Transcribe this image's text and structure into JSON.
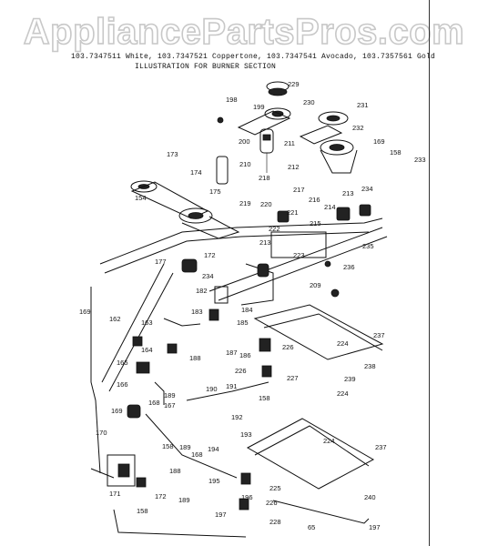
{
  "watermark": {
    "text": "AppliancePartsPros.com"
  },
  "header": {
    "models": "103.7347511 White, 103.7347521 Coppertone, 103.7347541 Avocado, 103.7357561 Gold",
    "section_title": "ILLUSTRATION FOR BURNER SECTION"
  },
  "page_number": "65",
  "part_labels": [
    "229",
    "230",
    "231",
    "232",
    "198",
    "199",
    "200",
    "211",
    "212",
    "169",
    "158",
    "233",
    "218",
    "173",
    "174",
    "210",
    "154",
    "175",
    "217",
    "216",
    "213",
    "234",
    "219",
    "220",
    "221",
    "214",
    "215",
    "222",
    "172",
    "213",
    "223",
    "235",
    "177",
    "234",
    "236",
    "209",
    "182",
    "183",
    "184",
    "185",
    "169",
    "162",
    "163",
    "164",
    "237",
    "224",
    "226",
    "186",
    "187",
    "188",
    "165",
    "166",
    "167",
    "189",
    "190",
    "226",
    "227",
    "239",
    "238",
    "224",
    "168",
    "169",
    "191",
    "158",
    "192",
    "193",
    "224",
    "170",
    "158",
    "189",
    "194",
    "237",
    "188",
    "168",
    "171",
    "172",
    "189",
    "195",
    "196",
    "225",
    "226",
    "240",
    "197",
    "228",
    "197",
    "158"
  ]
}
